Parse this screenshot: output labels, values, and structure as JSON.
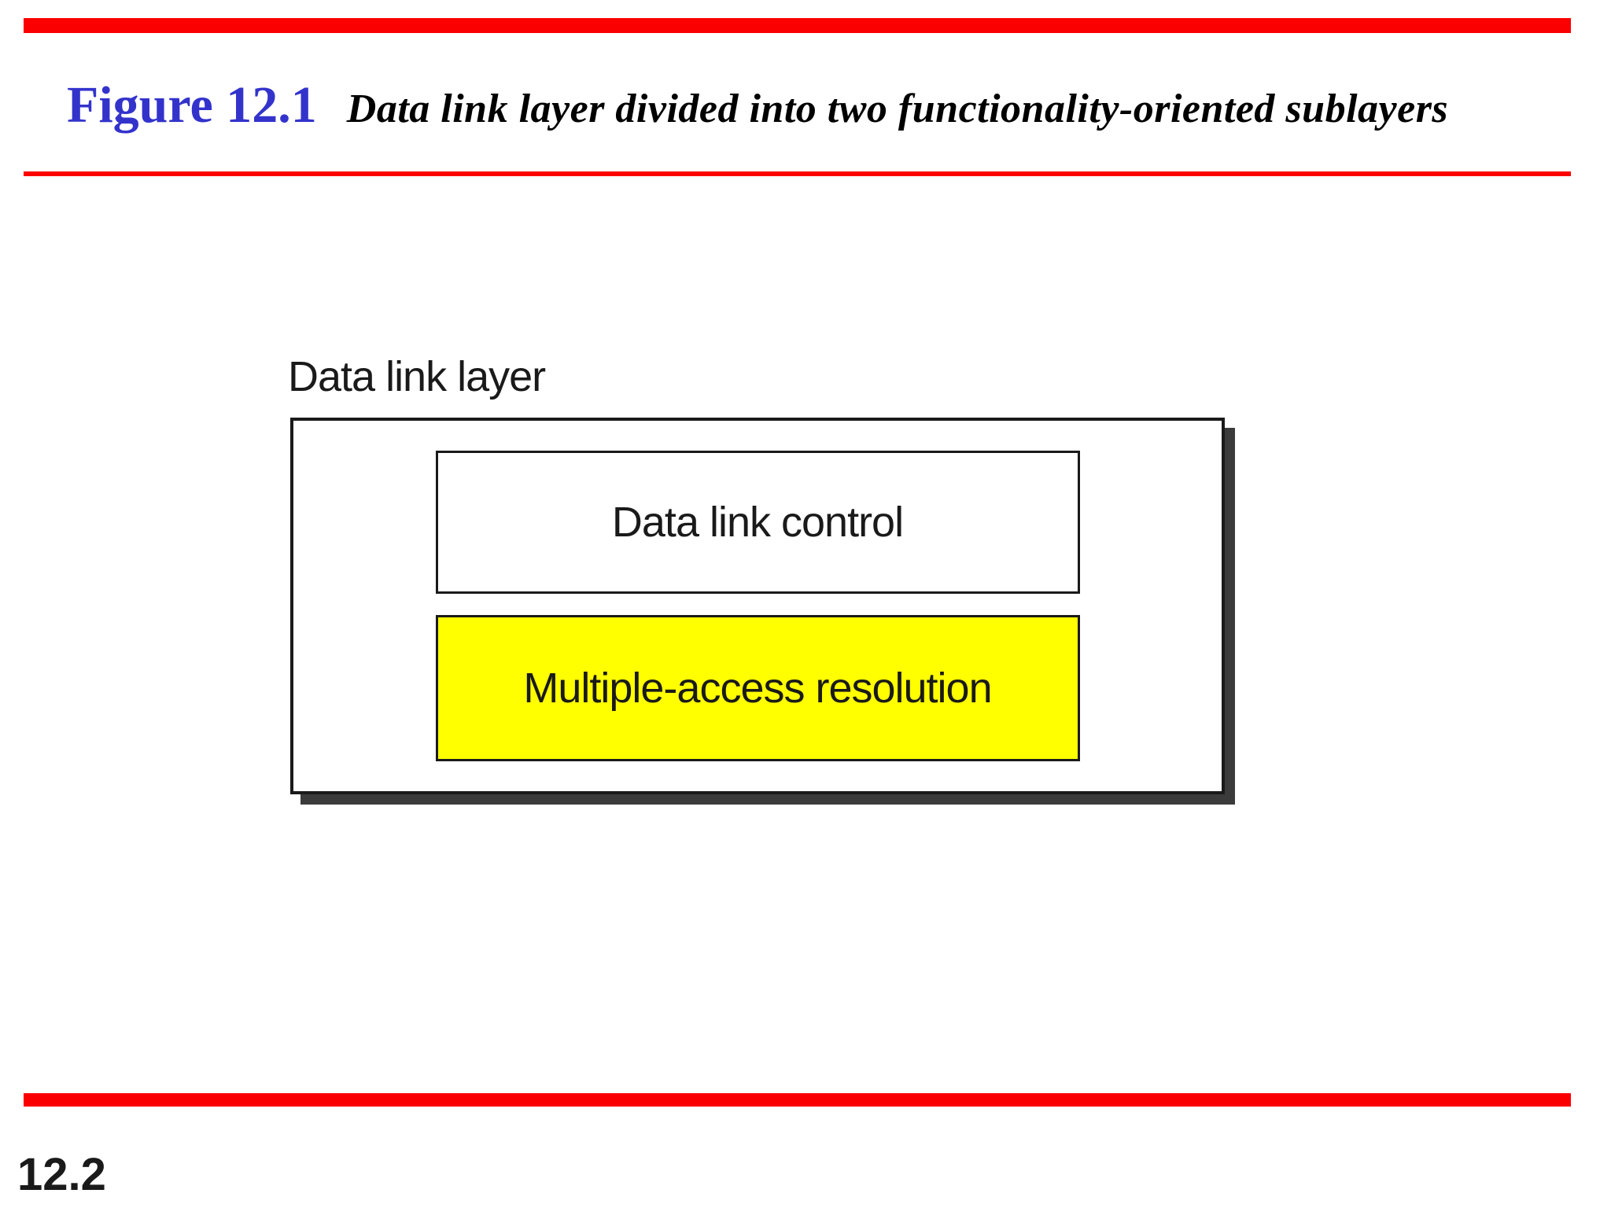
{
  "header": {
    "figure_label": "Figure 12.1",
    "figure_title": "Data link layer divided into two functionality-oriented sublayers"
  },
  "diagram": {
    "container_label": "Data link layer",
    "sublayers": [
      {
        "label": "Data link control",
        "fill": "#FFFFFF"
      },
      {
        "label": "Multiple-access resolution",
        "fill": "#FFFF00"
      }
    ]
  },
  "footer": {
    "page_number": "12.2"
  },
  "colors": {
    "accent_red": "#FA0000",
    "figure_label_blue": "#3333CC",
    "box_border_black": "#1A1A1A",
    "shadow_gray": "#3B3B3B"
  }
}
